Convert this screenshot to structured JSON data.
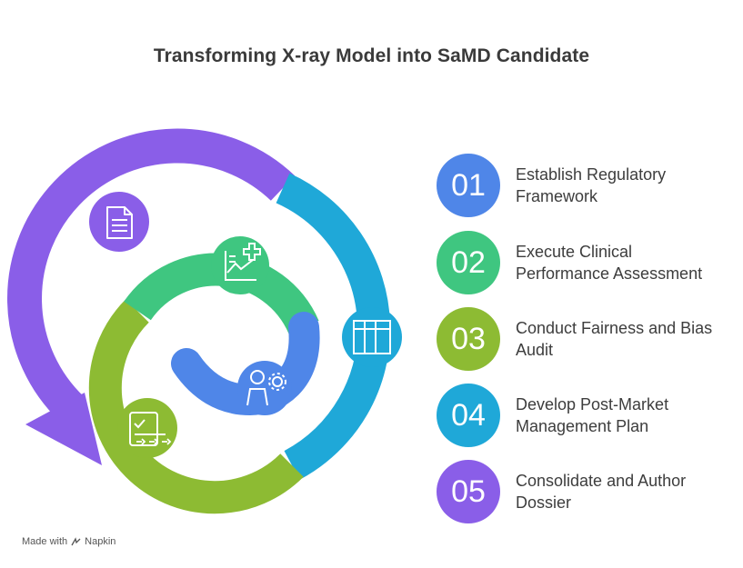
{
  "title": "Transforming X-ray Model into SaMD Candidate",
  "colors": {
    "step1": "#4f86e8",
    "step2": "#3fc680",
    "step3": "#8dbb33",
    "step4": "#1fa8d8",
    "step5": "#8a5ee8"
  },
  "steps": [
    {
      "number": "01",
      "label": "Establish Regulatory Framework",
      "icon": "document-icon"
    },
    {
      "number": "02",
      "label": "Execute Clinical Performance Assessment",
      "icon": "chart-plus-icon"
    },
    {
      "number": "03",
      "label": "Conduct Fairness and Bias Audit",
      "icon": "columns-icon"
    },
    {
      "number": "04",
      "label": "Develop Post-Market Management Plan",
      "icon": "checklist-arrows-icon"
    },
    {
      "number": "05",
      "label": "Consolidate and Author Dossier",
      "icon": "person-gear-icon"
    }
  ],
  "footer": {
    "made_with": "Made with",
    "brand": "Napkin"
  }
}
